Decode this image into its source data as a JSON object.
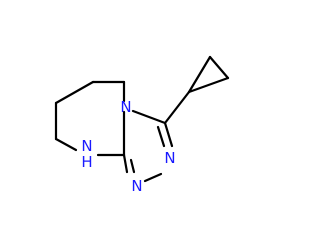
{
  "diagram": {
    "type": "chemical-structure",
    "atoms": [
      {
        "id": "N4",
        "element": "N",
        "label": "N"
      },
      {
        "id": "N1",
        "element": "N",
        "label": "N"
      },
      {
        "id": "N2",
        "element": "N",
        "label": "N"
      },
      {
        "id": "N8",
        "element": "N",
        "label": "NH",
        "label_line1": "N",
        "label_line2": "H"
      }
    ],
    "colors": {
      "bond": "#000000",
      "nitrogen": "#1a1aff",
      "background": "#ffffff"
    }
  }
}
